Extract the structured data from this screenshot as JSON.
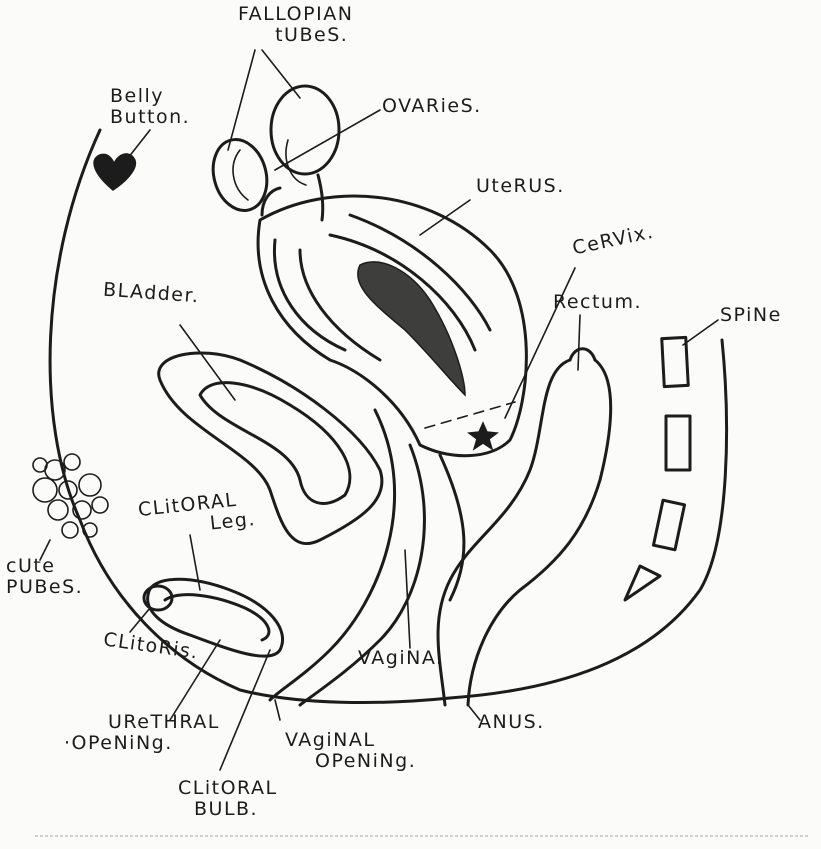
{
  "diagram": {
    "labels": {
      "fallopian_tubes": [
        "FALLOPIAN",
        "tUBeS."
      ],
      "ovaries": "OVARieS.",
      "belly_button": [
        "Belly",
        "Button."
      ],
      "uterus": "UteRUS.",
      "cervix": "CeRVix.",
      "bladder": "BLAdder.",
      "rectum": "Rectum.",
      "spine": "SPiNe",
      "clitoral_leg": [
        "CLitORAL",
        "Leg."
      ],
      "cute_pubes": [
        "cUte",
        "PUBeS."
      ],
      "clitoris": "CLitoRis.",
      "vagina": "VAgiNA.",
      "urethral_opening": [
        "UReTHRAL",
        "·OPeNiNg."
      ],
      "anus": "ANUS.",
      "vaginal_opening": [
        "VAgiNAL",
        "OPeNiNg."
      ],
      "clitoral_bulb": [
        "CLitORAL",
        "BULB."
      ]
    }
  }
}
